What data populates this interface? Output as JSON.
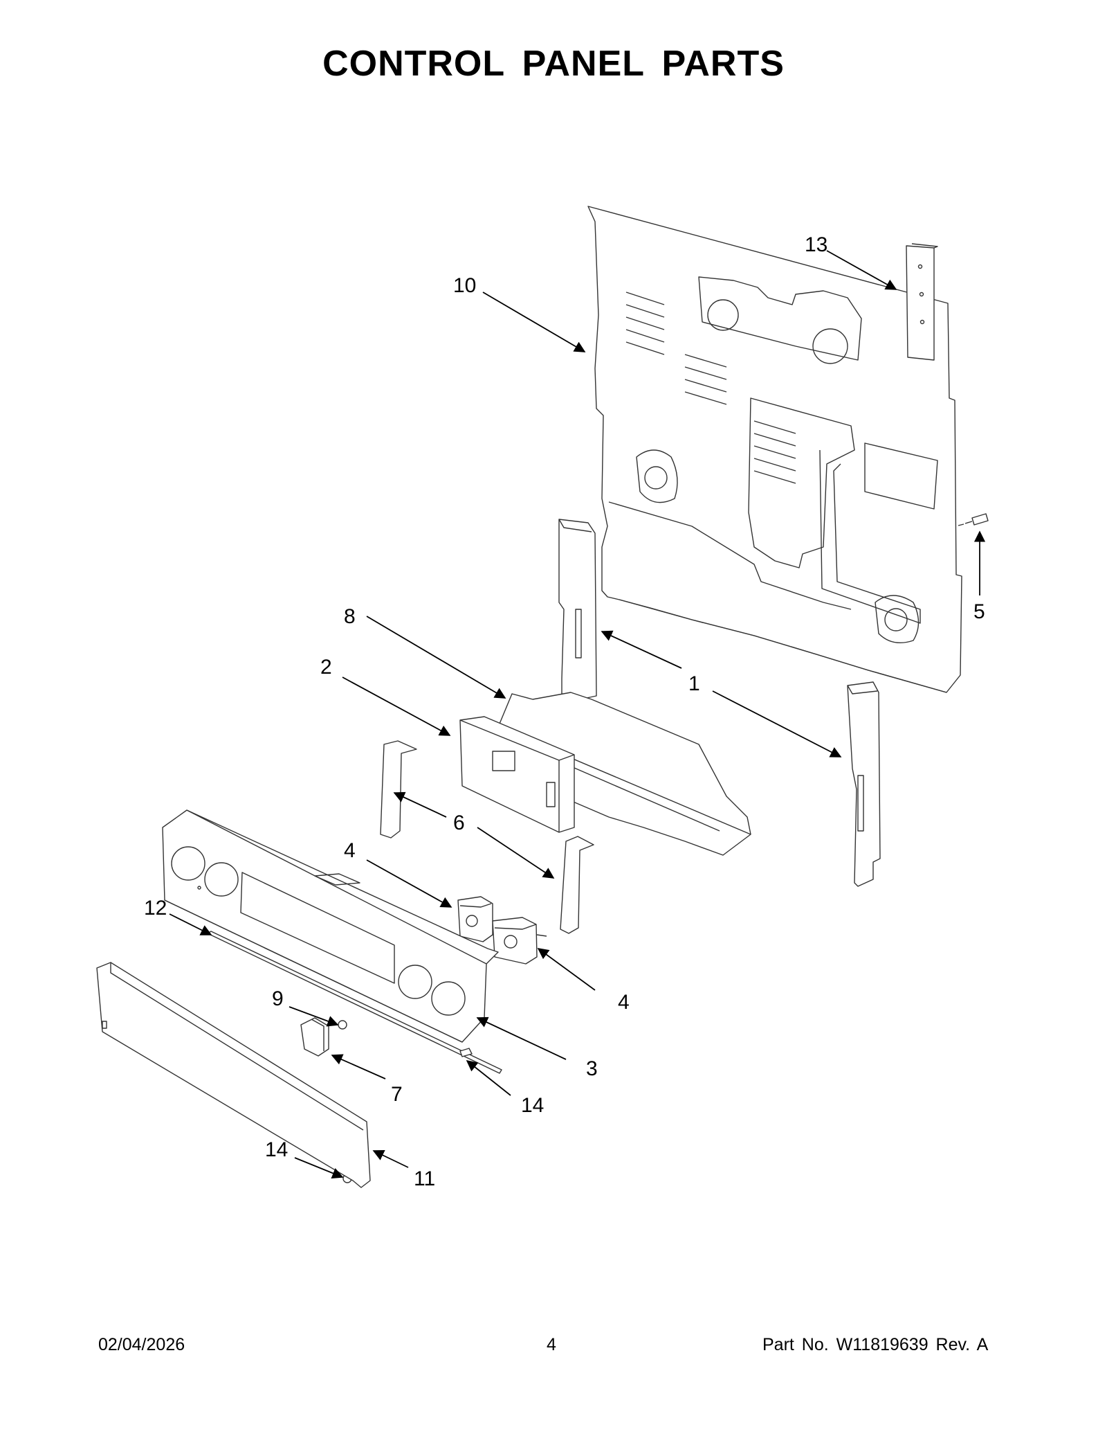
{
  "header": {
    "title": "CONTROL PANEL PARTS"
  },
  "diagram": {
    "callouts": [
      {
        "id": "c-13",
        "label": "13"
      },
      {
        "id": "c-10",
        "label": "10"
      },
      {
        "id": "c-5",
        "label": "5"
      },
      {
        "id": "c-8",
        "label": "8"
      },
      {
        "id": "c-2",
        "label": "2"
      },
      {
        "id": "c-1",
        "label": "1"
      },
      {
        "id": "c-6",
        "label": "6"
      },
      {
        "id": "c-4a",
        "label": "4"
      },
      {
        "id": "c-12",
        "label": "12"
      },
      {
        "id": "c-4b",
        "label": "4"
      },
      {
        "id": "c-9",
        "label": "9"
      },
      {
        "id": "c-3",
        "label": "3"
      },
      {
        "id": "c-7",
        "label": "7"
      },
      {
        "id": "c-14a",
        "label": "14"
      },
      {
        "id": "c-14b",
        "label": "14"
      },
      {
        "id": "c-11",
        "label": "11"
      }
    ]
  },
  "footer": {
    "date": "02/04/2026",
    "page": "4",
    "part": "Part No.  W11819639  Rev.  A"
  }
}
